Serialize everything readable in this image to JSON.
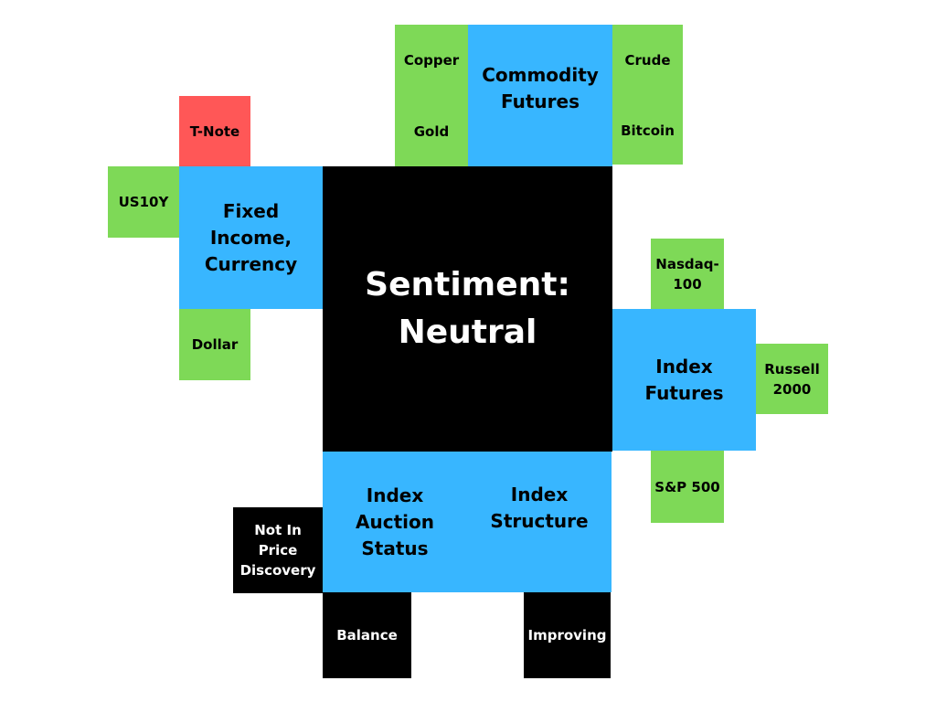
{
  "center": {
    "label": "Sentiment:\nNeutral"
  },
  "commodity": {
    "label": "Commodity\nFutures",
    "items": {
      "copper": "Copper",
      "gold": "Gold",
      "crude": "Crude",
      "bitcoin": "Bitcoin"
    }
  },
  "fixed_income": {
    "label": "Fixed\nIncome,\nCurrency",
    "items": {
      "tnote": "T-Note",
      "us10y": "US10Y",
      "dollar": "Dollar"
    },
    "status_colors": {
      "tnote": "#ff5757"
    }
  },
  "index_futures": {
    "label": "Index\nFutures",
    "items": {
      "nasdaq": "Nasdaq-\n100",
      "russell": "Russell\n2000",
      "sp500": "S&P 500"
    }
  },
  "index_auction": {
    "label": "Index\nAuction\nStatus",
    "items": {
      "not_in_price_discovery": "Not In\nPrice\nDiscovery",
      "balance": "Balance"
    }
  },
  "index_structure": {
    "label": "Index\nStructure",
    "items": {
      "improving": "Improving"
    }
  },
  "colors": {
    "green": "#7ed957",
    "red": "#ff5757",
    "blue": "#38b6ff",
    "black": "#000000"
  }
}
